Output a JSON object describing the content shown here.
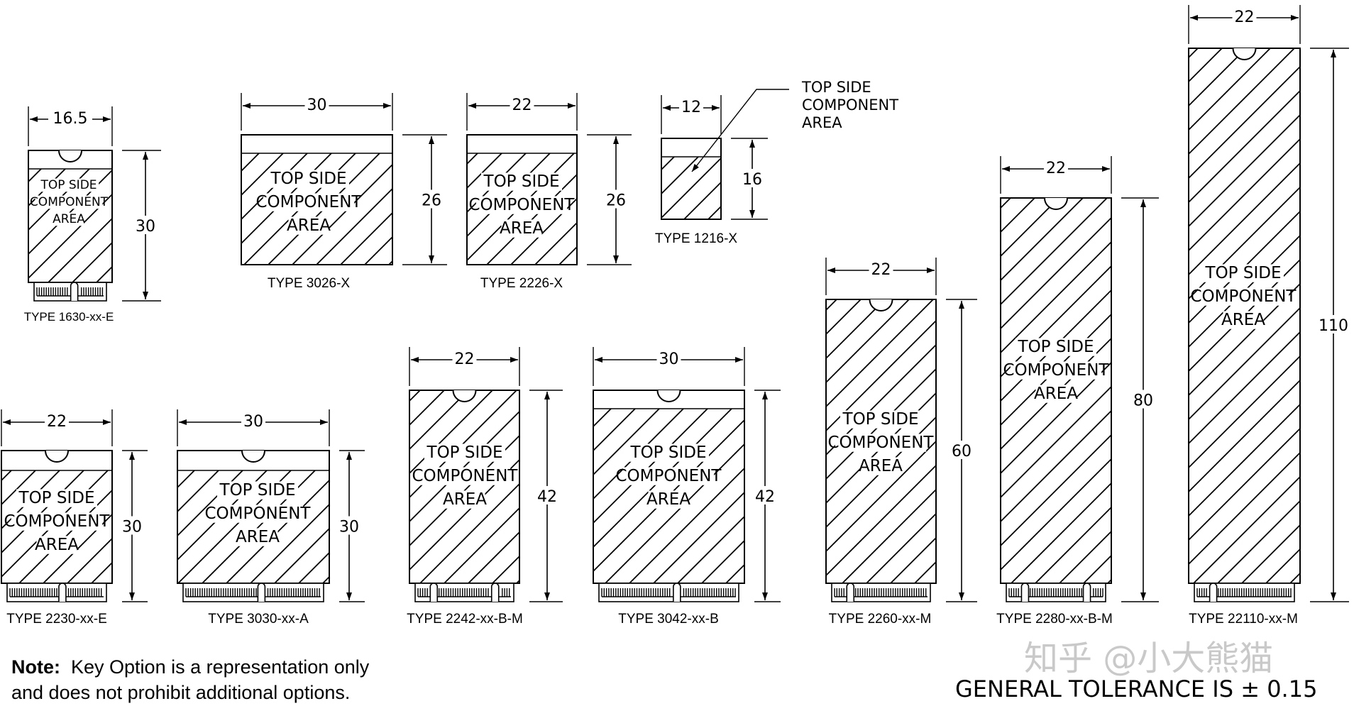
{
  "area_lines": [
    "TOP SIDE",
    "COMPONENT",
    "AREA"
  ],
  "callout_lines": [
    "TOP SIDE",
    "COMPONENT",
    "AREA"
  ],
  "note": {
    "label": "Note:",
    "line1": "Key Option is a representation only",
    "line2": "and does not prohibit additional options."
  },
  "tolerance": "GENERAL TOLERANCE IS ± 0.15",
  "watermark": "知乎 @小大熊猫",
  "cards": [
    {
      "type": "TYPE 1630-xx-E",
      "width": "16.5",
      "length": "30",
      "notch": true,
      "connector": true,
      "pins": "split",
      "label_size": "small"
    },
    {
      "type": "TYPE 3026-X",
      "width": "30",
      "length": "26",
      "notch": false,
      "connector": false,
      "label_size": "large"
    },
    {
      "type": "TYPE 2226-X",
      "width": "22",
      "length": "26",
      "notch": false,
      "connector": false,
      "label_size": "large"
    },
    {
      "type": "TYPE 1216-X",
      "width": "12",
      "length": "16",
      "notch": false,
      "connector": false,
      "label_size": "none"
    },
    {
      "type": "TYPE 2230-xx-E",
      "width": "22",
      "length": "30",
      "notch": true,
      "connector": true,
      "pins": "split",
      "label_size": "large"
    },
    {
      "type": "TYPE 3030-xx-A",
      "width": "30",
      "length": "30",
      "notch": true,
      "connector": true,
      "pins": "split",
      "label_size": "large"
    },
    {
      "type": "TYPE 2242-xx-B-M",
      "width": "22",
      "length": "42",
      "notch": true,
      "connector": true,
      "pins": "bm",
      "label_size": "large"
    },
    {
      "type": "TYPE 3042-xx-B",
      "width": "30",
      "length": "42",
      "notch": true,
      "connector": true,
      "pins": "split",
      "label_size": "large"
    },
    {
      "type": "TYPE 2260-xx-M",
      "width": "22",
      "length": "60",
      "notch": true,
      "connector": true,
      "pins": "m",
      "label_size": "large"
    },
    {
      "type": "TYPE 2280-xx-B-M",
      "width": "22",
      "length": "80",
      "notch": true,
      "connector": true,
      "pins": "bm",
      "label_size": "large"
    },
    {
      "type": "TYPE 22110-xx-M",
      "width": "22",
      "length": "110",
      "notch": true,
      "connector": true,
      "pins": "m",
      "label_size": "large"
    }
  ]
}
